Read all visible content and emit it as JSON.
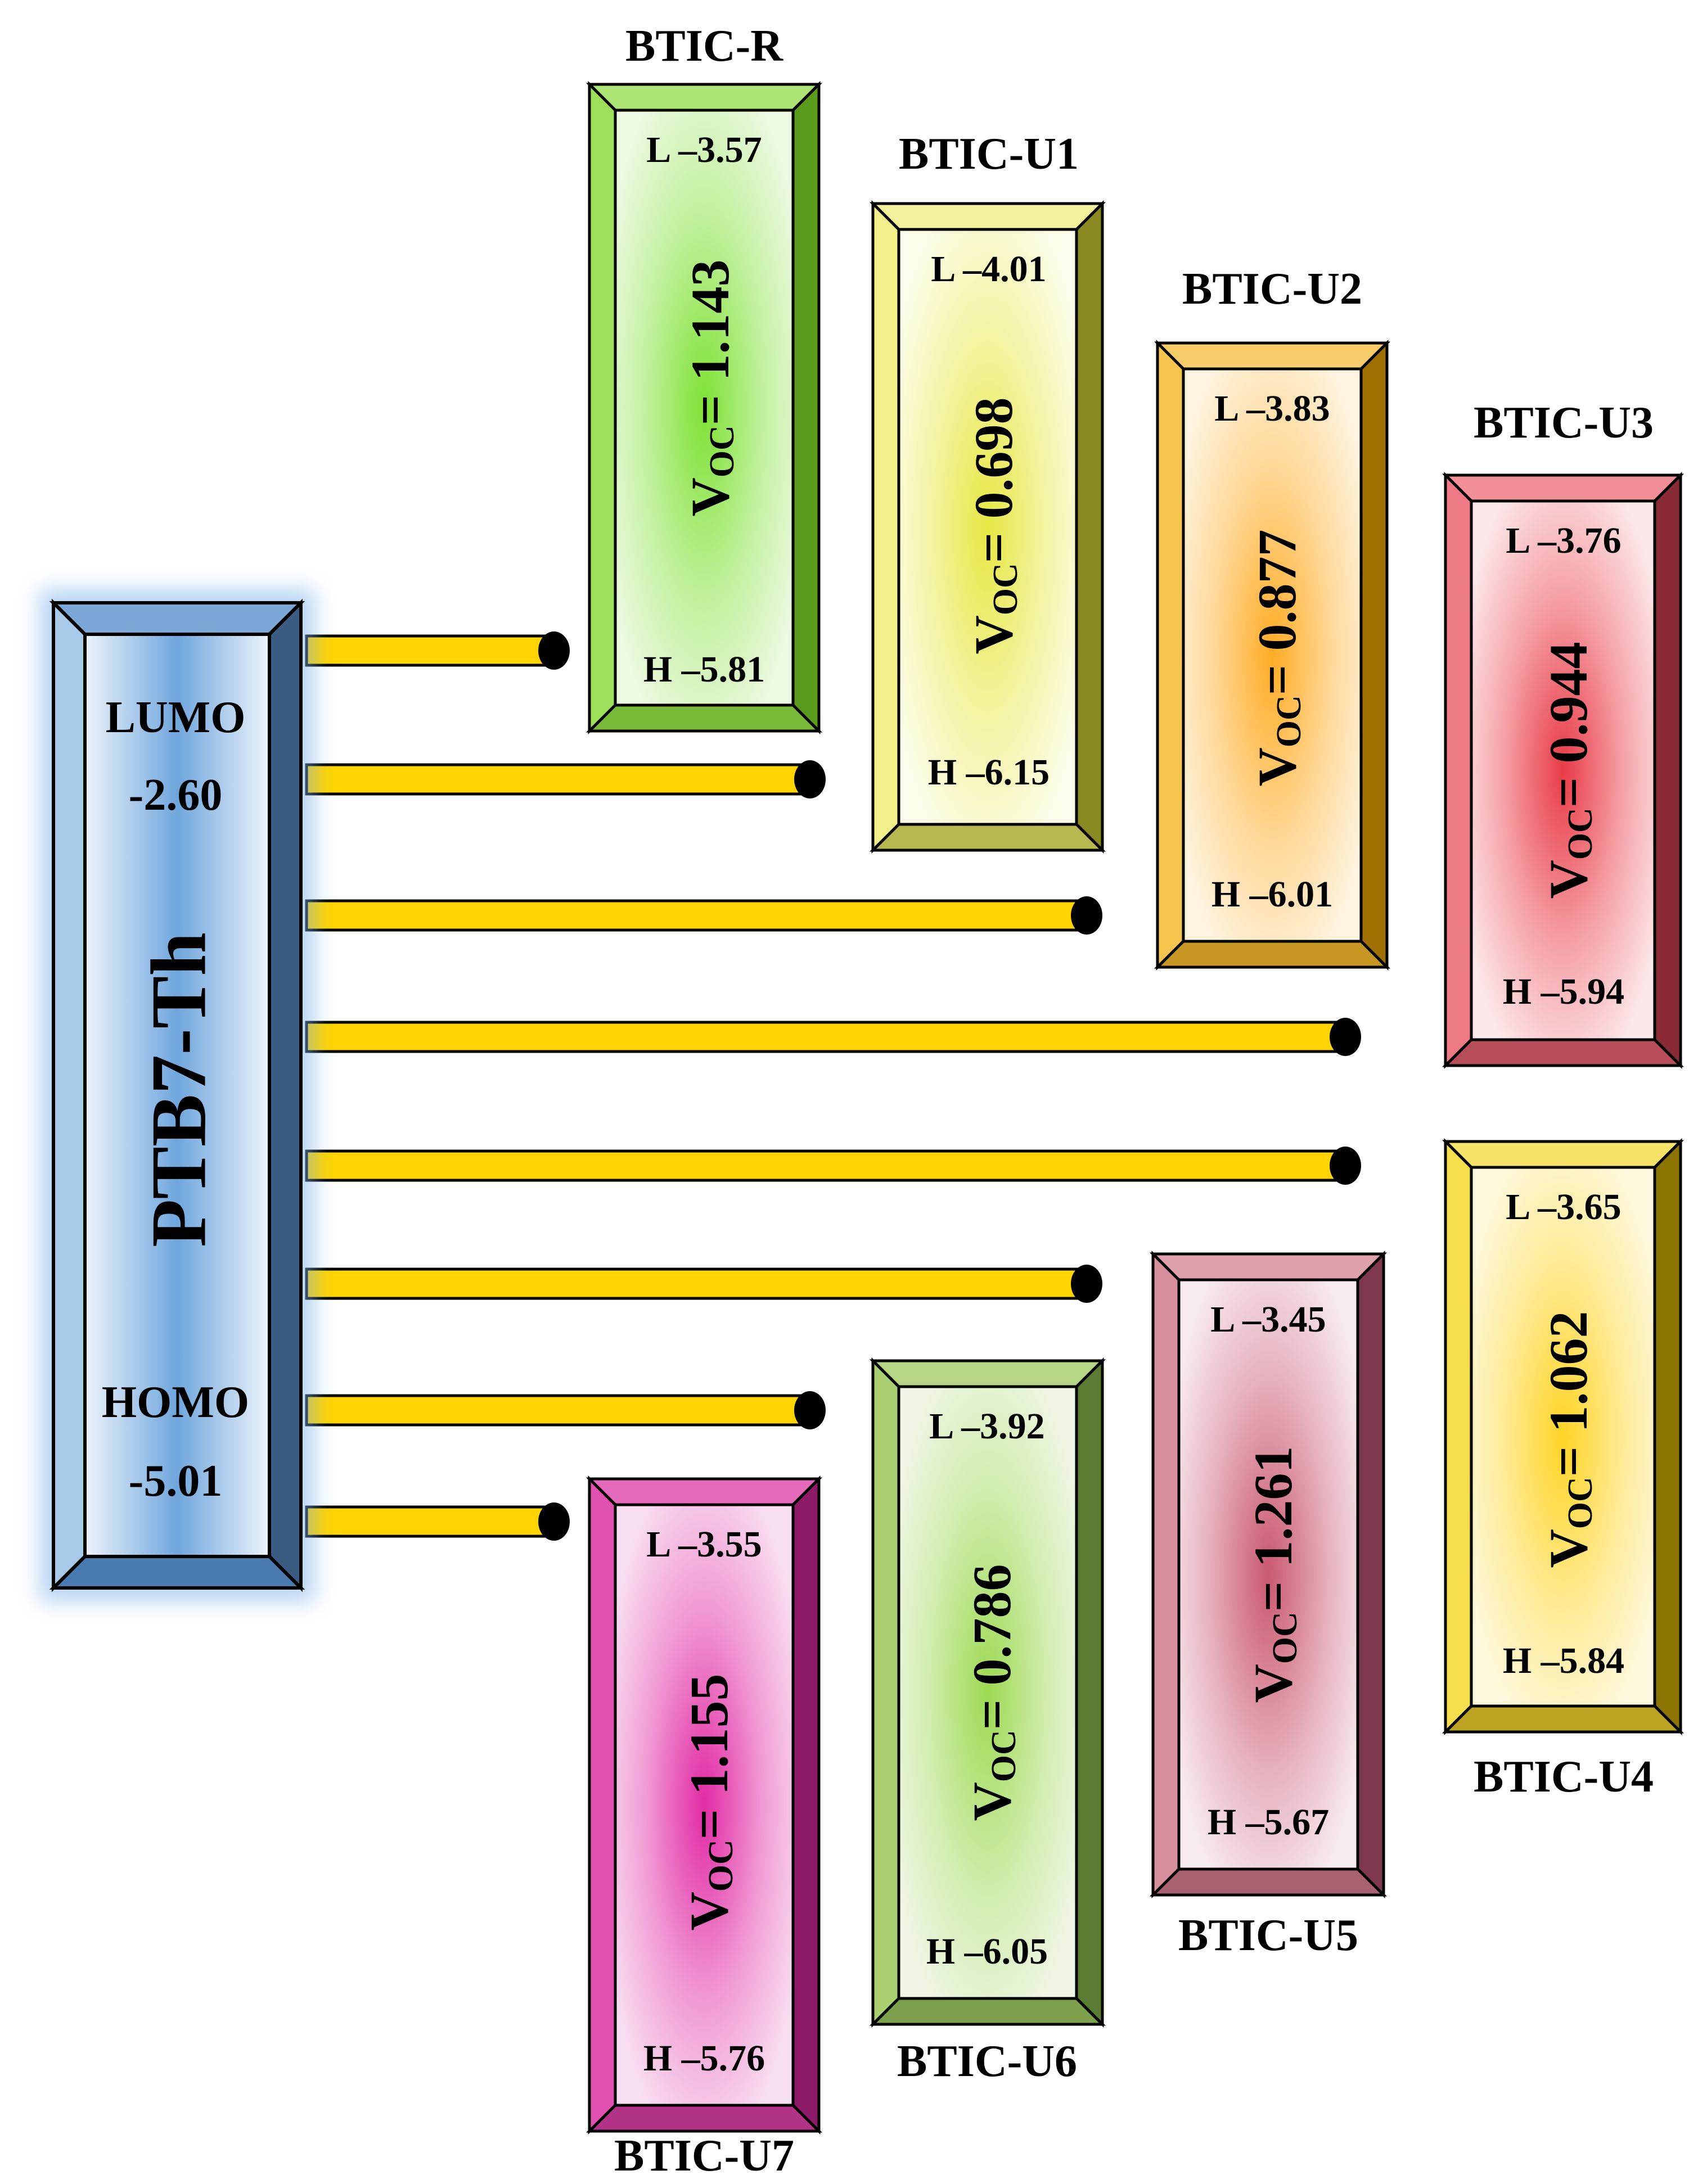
{
  "donor": {
    "name": "PTB7-Th",
    "lumo_label": "LUMO",
    "lumo_value": "-2.60",
    "homo_label": "HOMO",
    "homo_value": "-5.01",
    "color": "#a9c9e8",
    "dark": "#3a5c82"
  },
  "voc_main": "V",
  "voc_sub": "OC",
  "acceptors": [
    {
      "id": "BTIC-R",
      "name": "BTIC-R",
      "lumo": "L –3.57",
      "homo": "H –5.81",
      "voc": "= 1.143",
      "color": "#9de05a",
      "dark": "#5a9a1c",
      "glow": "#78e02a"
    },
    {
      "id": "BTIC-U1",
      "name": "BTIC-U1",
      "lumo": "L –4.01",
      "homo": "H –6.15",
      "voc": "= 0.698",
      "color": "#f1f08a",
      "dark": "#8a8a22",
      "glow": "#e6e63a"
    },
    {
      "id": "BTIC-U2",
      "name": "BTIC-U2",
      "lumo": "L –3.83",
      "homo": "H –6.01",
      "voc": "= 0.877",
      "color": "#f7c44e",
      "dark": "#a07000",
      "glow": "#ffa81a"
    },
    {
      "id": "BTIC-U3",
      "name": "BTIC-U3",
      "lumo": "L –3.76",
      "homo": "H –5.94",
      "voc": "= 0.944",
      "color": "#ee7a85",
      "dark": "#8a2a36",
      "glow": "#e8323e"
    },
    {
      "id": "BTIC-U4",
      "name": "BTIC-U4",
      "lumo": "L –3.65",
      "homo": "H –5.84",
      "voc": "= 1.062",
      "color": "#f6de4c",
      "dark": "#8c7400",
      "glow": "#ffd21a"
    },
    {
      "id": "BTIC-U5",
      "name": "BTIC-U5",
      "lumo": "L –3.45",
      "homo": "H –5.67",
      "voc": "= 1.261",
      "color": "#d9909e",
      "dark": "#7e3a4c",
      "glow": "#c8506a"
    },
    {
      "id": "BTIC-U6",
      "name": "BTIC-U6",
      "lumo": "L –3.92",
      "homo": "H –6.05",
      "voc": "= 0.786",
      "color": "#a9cf70",
      "dark": "#5a7c32",
      "glow": "#98d84a"
    },
    {
      "id": "BTIC-U7",
      "name": "BTIC-U7",
      "lumo": "L –3.55",
      "homo": "H –5.76",
      "voc": "= 1.155",
      "color": "#e050b0",
      "dark": "#8c1a66",
      "glow": "#e020a0"
    }
  ],
  "connector_color": "#ffd400"
}
